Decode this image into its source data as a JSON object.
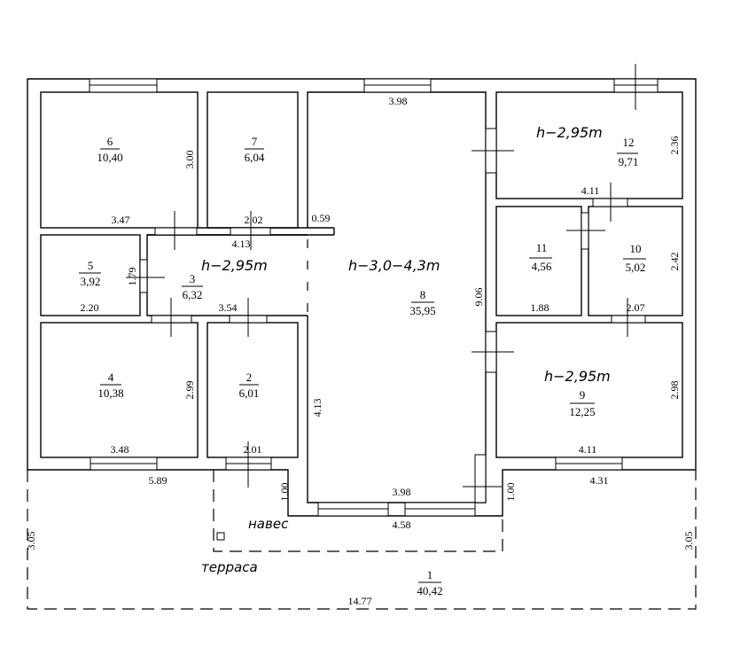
{
  "rooms": {
    "r1": {
      "num": "1",
      "area": "40,42"
    },
    "r2": {
      "num": "2",
      "area": "6,01"
    },
    "r3": {
      "num": "3",
      "area": "6,32"
    },
    "r4": {
      "num": "4",
      "area": "10,38"
    },
    "r5": {
      "num": "5",
      "area": "3,92"
    },
    "r6": {
      "num": "6",
      "area": "10,40"
    },
    "r7": {
      "num": "7",
      "area": "6,04"
    },
    "r8": {
      "num": "8",
      "area": "35,95"
    },
    "r9": {
      "num": "9",
      "area": "12,25"
    },
    "r10": {
      "num": "10",
      "area": "5,02"
    },
    "r11": {
      "num": "11",
      "area": "4,56"
    },
    "r12": {
      "num": "12",
      "area": "9,71"
    }
  },
  "heights": {
    "corridor": "h−2,95m",
    "hall": "h−3,0−4,3m",
    "room12": "h−2,95m",
    "room9": "h−2,95m"
  },
  "labels": {
    "canopy": "навес",
    "terrace": "терраса"
  },
  "dims": {
    "d6w": "3.47",
    "d6h": "3.00",
    "d7w": "2.02",
    "d059": "0.59",
    "d413a": "4.13",
    "d5w": "2.20",
    "d5h": "1.79",
    "d3w": "3.54",
    "d8top": "3.98",
    "d906": "9.06",
    "d12w": "4.11",
    "d12h": "2.36",
    "d11w": "1.88",
    "d10w": "2.07",
    "d10h": "2.42",
    "d4w": "3.48",
    "d4h": "2.99",
    "d2w": "2.01",
    "d413b": "4.13",
    "d9w": "4.11",
    "d9h": "2.98",
    "d589": "5.89",
    "d100a": "1.00",
    "d398b": "3.98",
    "d100b": "1.00",
    "d431": "4.31",
    "d458": "4.58",
    "d305a": "3.05",
    "d305b": "3.05",
    "d1477": "14.77"
  }
}
